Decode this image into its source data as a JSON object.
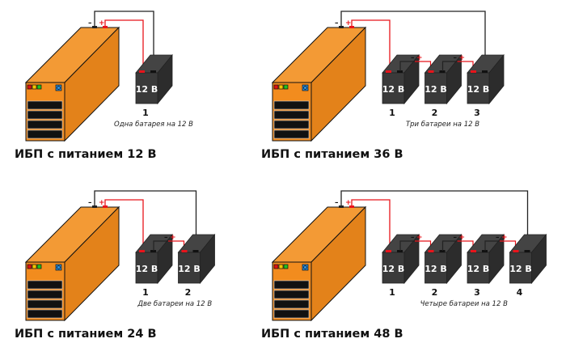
{
  "colors": {
    "ups_front": "#f28c1e",
    "ups_top": "#f39a35",
    "ups_side": "#e3821a",
    "battery": "#3a3a3a",
    "battery_side": "#2c2c2c",
    "wire_pos": "#e8141b",
    "wire_neg": "#222222",
    "led_red": "#e01010",
    "led_yellow": "#f5c400",
    "led_green": "#22c020",
    "power_button": "#2a8fe0"
  },
  "minus_sign": "–",
  "plus_sign": "+",
  "battery_label": "12 В",
  "panels": [
    {
      "title": "ИБП с питанием 12 В",
      "caption": "Одна батарея на 12 В",
      "batteries": [
        "1"
      ]
    },
    {
      "title": "ИБП с питанием 36 В",
      "caption": "Три батареи на 12 В",
      "batteries": [
        "1",
        "2",
        "3"
      ]
    },
    {
      "title": "ИБП с питанием 24 В",
      "caption": "Две батареи на 12 В",
      "batteries": [
        "1",
        "2"
      ]
    },
    {
      "title": "ИБП с питанием 48 В",
      "caption": "Четыре батареи на 12 В",
      "batteries": [
        "1",
        "2",
        "3",
        "4"
      ]
    }
  ]
}
